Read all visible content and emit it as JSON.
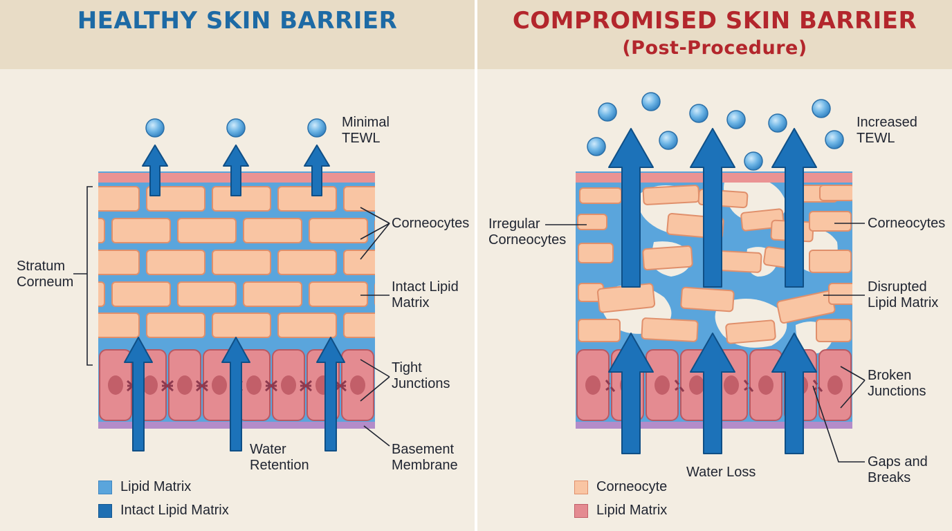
{
  "colors": {
    "background": "#f3ede2",
    "header_band": "#e8dcc6",
    "healthy_title": "#1d6aa5",
    "compromised_title": "#b3262c",
    "corneocyte": "#f9c5a3",
    "corneocyte_stroke": "#e08f6b",
    "lipid_matrix": "#5aa5dc",
    "intact_lipid_matrix": "#1f6fb2",
    "living_cell": "#e48b91",
    "cell_nucleus": "#c25f69",
    "basement_membrane": "#b38cc9",
    "water_droplet": "#6fb6e6",
    "arrow": "#1c72b9"
  },
  "left_panel": {
    "title": "HEALTHY SKIN BARRIER",
    "labels": {
      "minimal_tewl": "Minimal\nTEWL",
      "stratum_corneum": "Stratum\nCorneum",
      "corneocytes": "Corneocytes",
      "intact_lipid_matrix": "Intact Lipid\nMatrix",
      "tight_junctions": "Tight\nJunctions",
      "water_retention": "Water\nRetention",
      "basement_membrane": "Basement\nMembrane"
    },
    "legend": [
      {
        "label": "Lipid Matrix",
        "swatch": "lipid-matrix"
      },
      {
        "label": "Intact Lipid Matrix",
        "swatch": "intact-lipid-matrix"
      }
    ]
  },
  "right_panel": {
    "title": "COMPROMISED SKIN BARRIER",
    "subtitle": "(Post-Procedure)",
    "labels": {
      "increased_tewl": "Increased\nTEWL",
      "irregular_corneocytes": "Irregular\nCorneocytes",
      "corneocytes": "Corneocytes",
      "disrupted_lipid_matrix": "Disrupted\nLipid Matrix",
      "broken_junctions": "Broken\nJunctions",
      "water_loss": "Water Loss",
      "gaps_and_breaks": "Gaps and\nBreaks"
    },
    "legend": [
      {
        "label": "Corneocyte",
        "swatch": "corneocyte"
      },
      {
        "label": "Lipid Matrix",
        "swatch": "living-cell"
      }
    ]
  }
}
